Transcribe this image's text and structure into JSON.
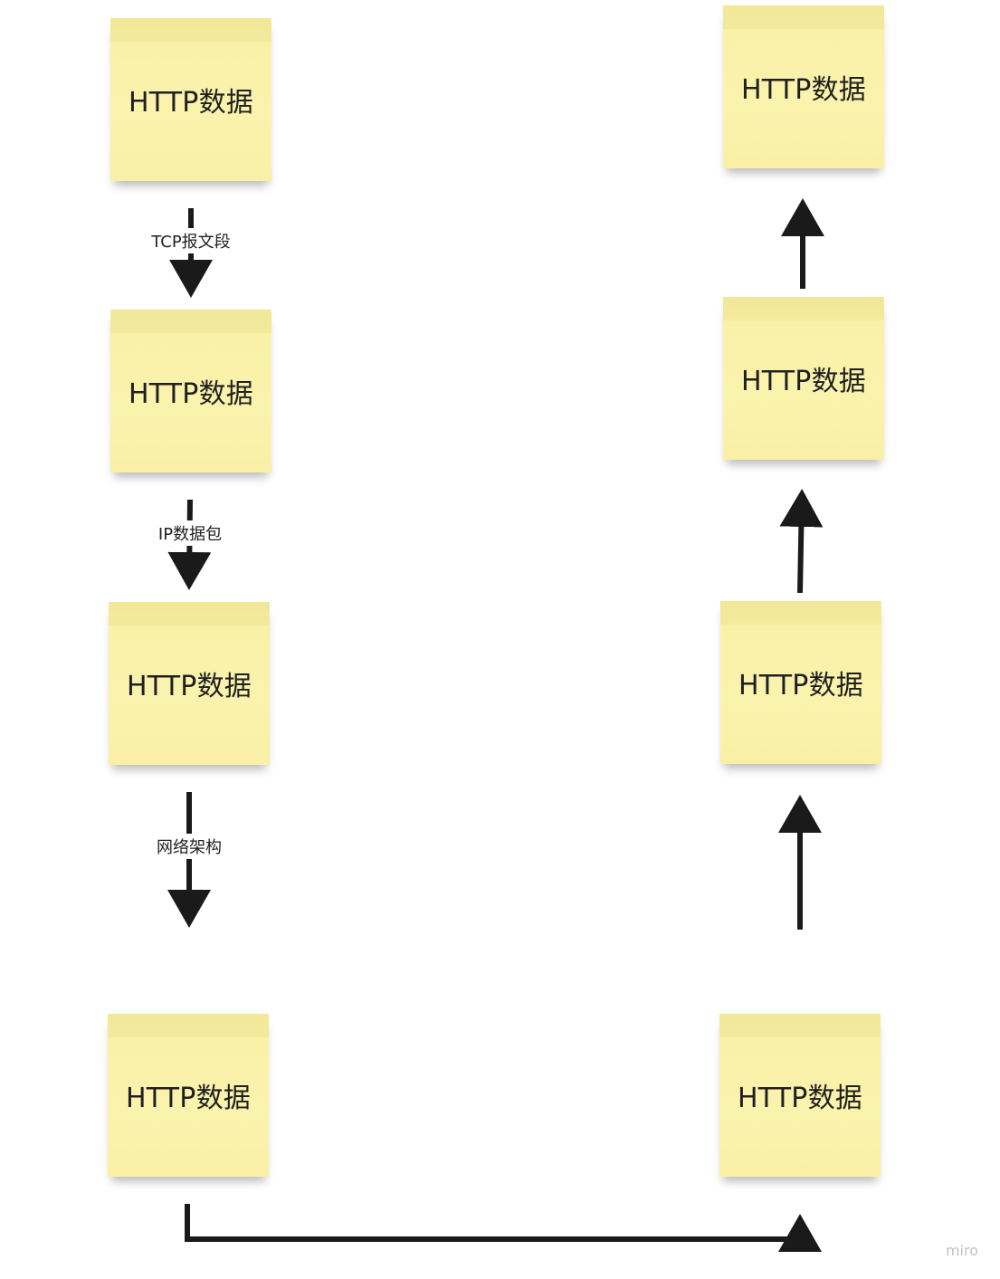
{
  "stickies": {
    "left_1": "HTTP数据",
    "left_2": "HTTP数据",
    "left_3": "HTTP数据",
    "left_4": "HTTP数据",
    "right_1": "HTTP数据",
    "right_2": "HTTP数据",
    "right_3": "HTTP数据",
    "right_4": "HTTP数据"
  },
  "edges": {
    "tcp": "TCP报文段",
    "ip": "IP数据包",
    "network": "网络架构"
  },
  "watermark": "miro",
  "colors": {
    "sticky": "#faf3ad",
    "arrow": "#1a1a1a"
  }
}
